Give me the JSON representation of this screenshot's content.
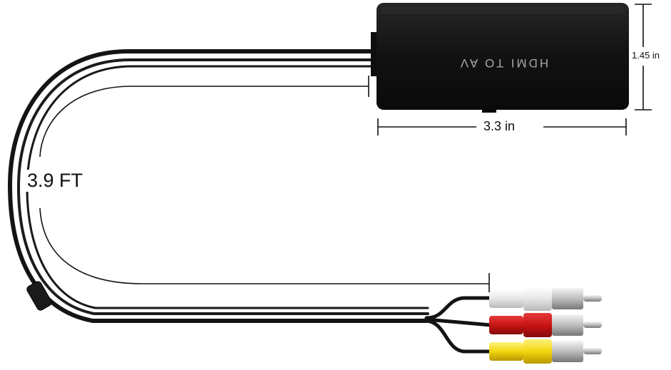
{
  "device": {
    "label": "HDMI TO AV",
    "body_color": "#101010",
    "cable_color": "#141414"
  },
  "dimensions": {
    "cable_length": "3.9 FT",
    "width": "3.3 in",
    "height": "1.45 in"
  },
  "plugs": [
    {
      "name": "white",
      "color": "#eeeeee"
    },
    {
      "name": "red",
      "color": "#c81414"
    },
    {
      "name": "yellow",
      "color": "#f2d60f"
    }
  ]
}
